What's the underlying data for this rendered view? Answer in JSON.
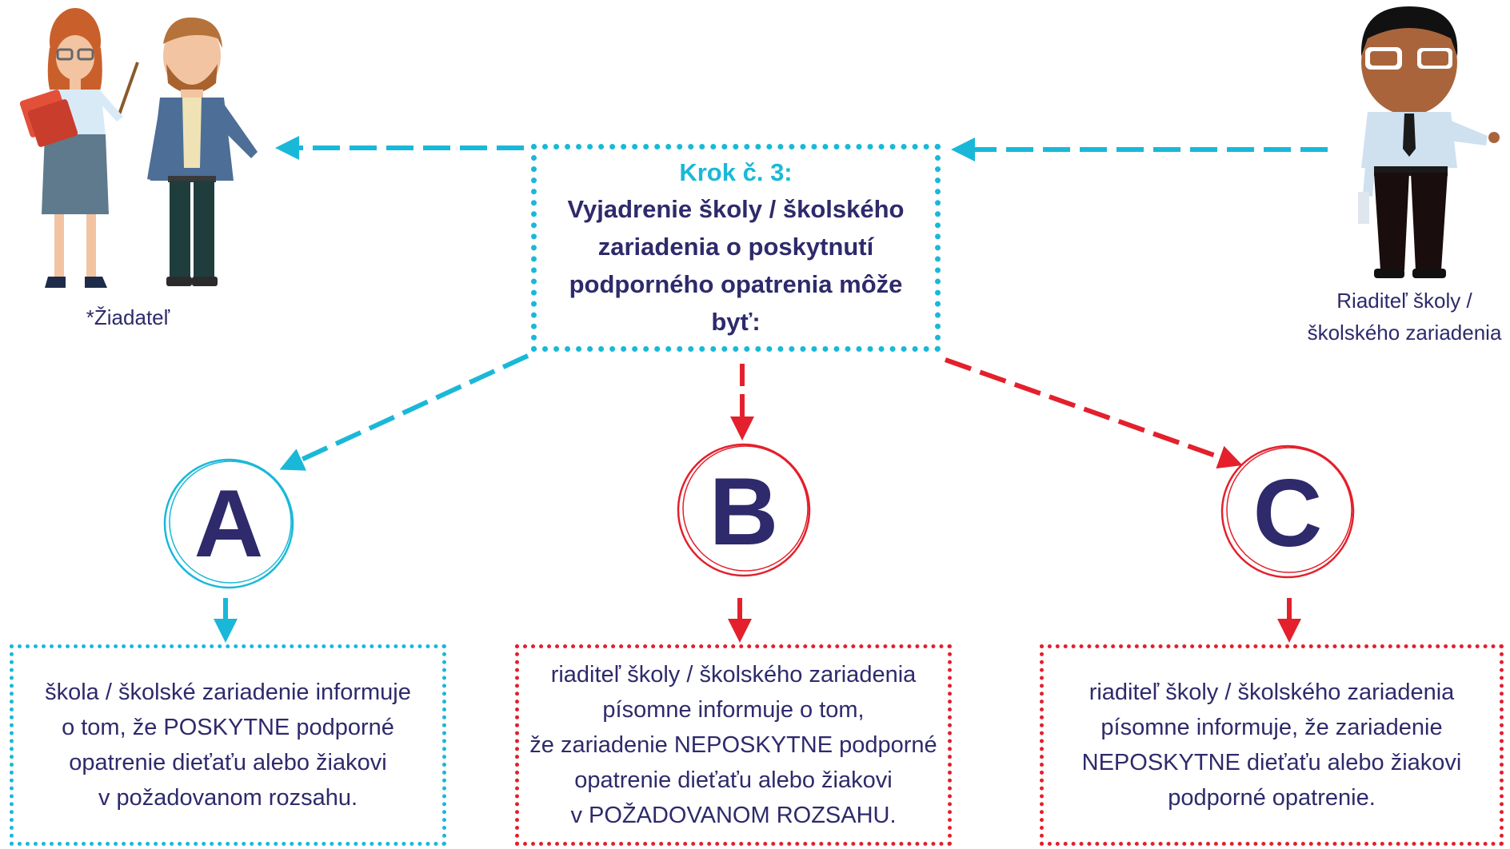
{
  "center": {
    "step": "Krok č. 3:",
    "text": "Vyjadrenie školy / školského zariadenia o poskytnutí podporného opatrenia môže byť:"
  },
  "left_label": "*Žiadateľ",
  "right_label_line1": "Riaditeľ školy /",
  "right_label_line2": "školského zariadenia",
  "options": [
    {
      "letter": "A",
      "color": "#1ab8d8",
      "lines": [
        "škola / školské zariadenie informuje",
        "o tom, že POSKYTNE podporné",
        "opatrenie dieťaťu alebo žiakovi",
        "v požadovanom rozsahu."
      ]
    },
    {
      "letter": "B",
      "color": "#e3202c",
      "lines": [
        "riaditeľ školy / školského zariadenia",
        "písomne informuje o tom,",
        "že zariadenie NEPOSKYTNE podporné",
        "opatrenie dieťaťu alebo žiakovi",
        "v POŽADOVANOM ROZSAHU."
      ]
    },
    {
      "letter": "C",
      "color": "#e3202c",
      "lines": [
        "riaditeľ školy / školského zariadenia",
        "písomne informuje, že zariadenie",
        "NEPOSKYTNE dieťaťu alebo žiakovi",
        "podporné opatrenie."
      ]
    }
  ],
  "colors": {
    "cyan": "#1ab8d8",
    "red": "#e3202c",
    "navy": "#2e2a6b"
  }
}
